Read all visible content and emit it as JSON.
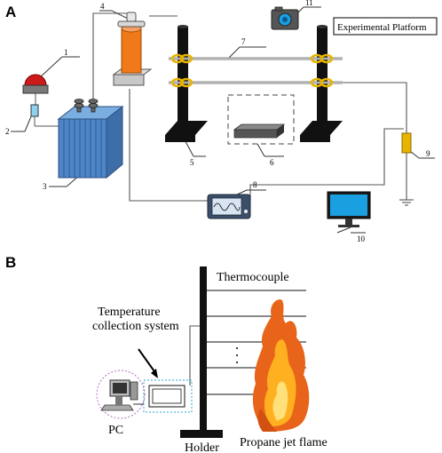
{
  "panel_a": {
    "letter": "A",
    "platform_label": "Experimental Platform",
    "component_numbers": [
      "1",
      "2",
      "3",
      "4",
      "5",
      "6",
      "7",
      "8",
      "9",
      "10",
      "11"
    ],
    "colors": {
      "high_voltage_coil": "#f07a1a",
      "transformer": "#4d86c8",
      "alarm": "#cc1a1a",
      "monitor_screen": "#1a9fe0",
      "resistor": "#e8b400",
      "electrode_holder": "#e8b400"
    }
  },
  "panel_b": {
    "letter": "B",
    "thermocouple_label": "Thermocouple",
    "temperature_system_label_line1": "Temperature",
    "temperature_system_label_line2": "collection system",
    "pc_label": "PC",
    "holder_label": "Holder",
    "flame_label": "Propane jet flame",
    "dots": "·\n·\n·",
    "colors": {
      "flame_outer": "#e8641a",
      "flame_inner": "#ffb020",
      "pc_circle": "#b06ac0",
      "system_box": "#2aa6d8"
    }
  }
}
